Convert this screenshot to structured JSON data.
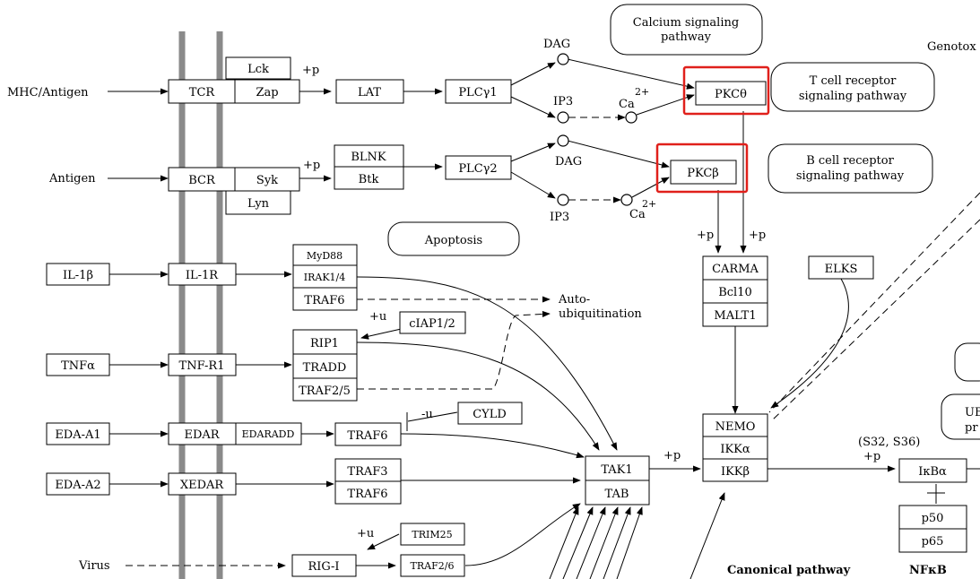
{
  "inputs": {
    "mhc": "MHC/Antigen",
    "antigen": "Antigen",
    "il1b": "IL-1β",
    "tnfa": "TNFα",
    "edaa1": "EDA-A1",
    "edaa2": "EDA-A2",
    "virus": "Virus"
  },
  "receptors": {
    "tcr": "TCR",
    "zap": "Zap",
    "lck": "Lck",
    "bcr": "BCR",
    "syk": "Syk",
    "lyn": "Lyn",
    "il1r": "IL-1R",
    "tnfr1": "TNF-R1",
    "edar": "EDAR",
    "edaradd": "EDARADD",
    "xedar": "XEDAR",
    "rigi": "RIG-I"
  },
  "nodes": {
    "lat": "LAT",
    "blnk": "BLNK",
    "btk": "Btk",
    "plcg1": "PLCγ1",
    "plcg2": "PLCγ2",
    "pkct": "PKCθ",
    "pkcb": "PKCβ",
    "myd88": "MyD88",
    "irak": "IRAK1/4",
    "traf6a": "TRAF6",
    "ciap": "cIAP1/2",
    "rip1": "RIP1",
    "tradd": "TRADD",
    "traf25": "TRAF2/5",
    "cyld": "CYLD",
    "traf6b": "TRAF6",
    "traf3": "TRAF3",
    "traf6c": "TRAF6",
    "trim25": "TRIM25",
    "traf26": "TRAF2/6",
    "tak1": "TAK1",
    "tab": "TAB",
    "carma": "CARMA",
    "bcl10": "Bcl10",
    "malt1": "MALT1",
    "elks": "ELKS",
    "nemo": "NEMO",
    "ikka": "IKKα",
    "ikkb": "IKKβ",
    "ikba": "IκBα",
    "p50": "p50",
    "p65": "p65",
    "ub": "UB",
    "pr": "pr"
  },
  "small_molecules": {
    "dag1": "DAG",
    "ip3a": "IP3",
    "ca1": "Ca",
    "dag2": "DAG",
    "ip3b": "IP3",
    "ca2": "Ca",
    "ca_sup": "2+"
  },
  "pathways": {
    "calcium_l1": "Calcium signaling",
    "calcium_l2": "pathway",
    "tcell_l1": "T cell receptor",
    "tcell_l2": "signaling pathway",
    "bcell_l1": "B cell receptor",
    "bcell_l2": "signaling pathway",
    "apoptosis": "Apoptosis",
    "genotox": "Genotox"
  },
  "annotations": {
    "plus_p": "+p",
    "plus_u": "+u",
    "minus_u": "-u",
    "auto1": "Auto-",
    "auto2": "ubiquitination",
    "s32": "(S32, S36)",
    "canonical": "Canonical pathway",
    "nfkb": "NFκB"
  },
  "highlight_color": "#e0201b",
  "membrane_color": "#8a8a8a"
}
